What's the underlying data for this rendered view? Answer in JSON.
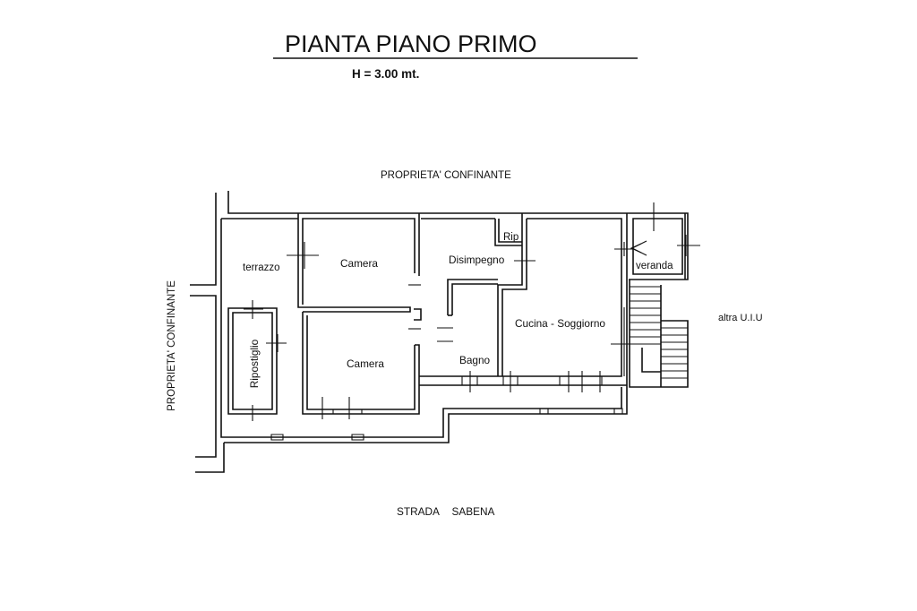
{
  "title": "PIANTA PIANO PRIMO",
  "height_note": "H = 3.00 mt.",
  "boundaries": {
    "top": "PROPRIETA' CONFINANTE",
    "left": "PROPRIETA' CONFINANTE",
    "right": "altra U.I.U",
    "bottom": "STRADA SABENA"
  },
  "rooms": {
    "terrazzo": "terrazzo",
    "camera_top": "Camera",
    "disimpegno": "Disimpegno",
    "rip": "Rip",
    "veranda": "veranda",
    "ripostiglio": "Ripostiglio",
    "cucina_soggiorno": "Cucina - Soggiorno",
    "camera_bottom": "Camera",
    "bagno": "Bagno"
  },
  "colors": {
    "ink": "#111111",
    "paper": "#ffffff"
  }
}
